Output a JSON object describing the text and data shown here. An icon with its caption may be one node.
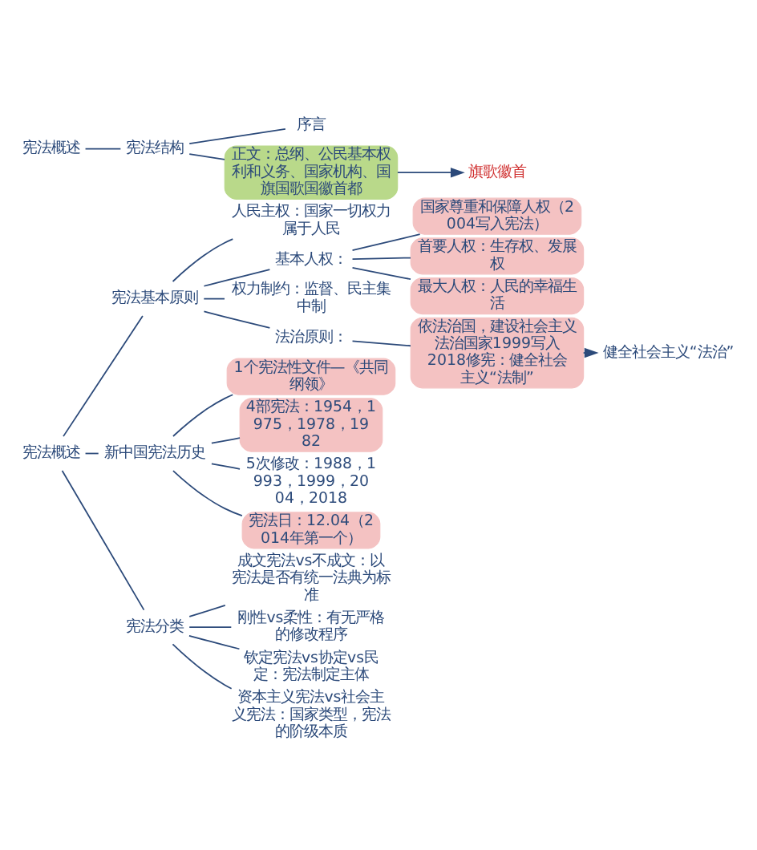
{
  "diagram": {
    "nodes": [
      {
        "text": [
          "宪法概述"
        ]
      },
      {
        "text": [
          "宪法基本原则"
        ]
      },
      {
        "text": [
          "人民主权：国家一切权力属于人民"
        ]
      },
      {
        "text": [
          "基本人权："
        ]
      },
      {
        "text": [
          "国家尊重和保障人权（2004写入宪法）"
        ]
      },
      {
        "text": [
          "首要人权：生存权、发展权"
        ]
      },
      {
        "text": [
          "最大人权：人民的幸福生活"
        ]
      },
      {
        "text": [
          "权力制约：监督、民主集中制"
        ]
      },
      {
        "text": [
          "法治原则："
        ]
      },
      {
        "text": [
          "依法治国，建设社会主义法治国家1999写入 2018修宪：健全社会主义“法制”"
        ]
      },
      {
        "text": [
          "健全社会主义“法治”"
        ]
      },
      {
        "text": [
          "新中国宪法历史"
        ]
      },
      {
        "text": [
          "1个宪法性文件—《共同纲领》"
        ]
      },
      {
        "text": [
          "4部宪法：1954，1975，1978，1982"
        ]
      },
      {
        "text": [
          "5次修改：1988，1993，1999，2004，2018"
        ]
      },
      {
        "text": [
          "宪法日：12.04（2014年第一个）"
        ]
      },
      {
        "text": [
          "宪法分类"
        ]
      },
      {
        "text": [
          "成文宪法vs不成文：以宪法是否有统一法典为标准"
        ]
      },
      {
        "text": [
          "刚性vs柔性：有无严格的修改程序"
        ]
      },
      {
        "text": [
          "钦定宪法vs协定vs民定：宪法制定主体"
        ]
      },
      {
        "text": [
          "资本主义宪法vs社会主义宪法：国家类型，宪法的阶级本质"
        ]
      },
      {
        "text": [
          "宪法概述"
        ]
      },
      {
        "text": [
          "宪法结构"
        ]
      },
      {
        "text": [
          "序言"
        ]
      },
      {
        "text": [
          "正文：总纲、公民基本权利和义务、国家机构、国旗国歌国徽首都"
        ]
      },
      {
        "text": [
          "旗歌徽首"
        ]
      }
    ],
    "edges": [
      {
        "from": 0,
        "to": 1,
        "arrow": "none"
      },
      {
        "from": 1,
        "to": 2,
        "arrow": "none"
      },
      {
        "from": 1,
        "to": 3,
        "arrow": "none"
      },
      {
        "from": 3,
        "to": 4,
        "arrow": "none"
      },
      {
        "from": 3,
        "to": 5,
        "arrow": "none"
      },
      {
        "from": 3,
        "to": 6,
        "arrow": "none"
      },
      {
        "from": 1,
        "to": 7,
        "arrow": "none"
      },
      {
        "from": 1,
        "to": 8,
        "arrow": "none"
      },
      {
        "from": 8,
        "to": 9,
        "arrow": "none"
      },
      {
        "from": 9,
        "to": 10,
        "arrow": "to"
      },
      {
        "from": 0,
        "to": 11,
        "arrow": "none"
      },
      {
        "from": 11,
        "to": 12,
        "arrow": "none"
      },
      {
        "from": 11,
        "to": 13,
        "arrow": "none"
      },
      {
        "from": 11,
        "to": 14,
        "arrow": "none"
      },
      {
        "from": 11,
        "to": 15,
        "arrow": "none"
      },
      {
        "from": 0,
        "to": 16,
        "arrow": "none"
      },
      {
        "from": 16,
        "to": 17,
        "arrow": "none"
      },
      {
        "from": 16,
        "to": 18,
        "arrow": "none"
      },
      {
        "from": 16,
        "to": 19,
        "arrow": "none"
      },
      {
        "from": 16,
        "to": 20,
        "arrow": "none"
      },
      {
        "from": 21,
        "to": 22,
        "arrow": "none"
      },
      {
        "from": 22,
        "to": 23,
        "arrow": "none"
      },
      {
        "from": 22,
        "to": 24,
        "arrow": "none"
      },
      {
        "from": 24,
        "to": 25,
        "arrow": "to",
        "color": "#2c4a7a"
      }
    ]
  }
}
